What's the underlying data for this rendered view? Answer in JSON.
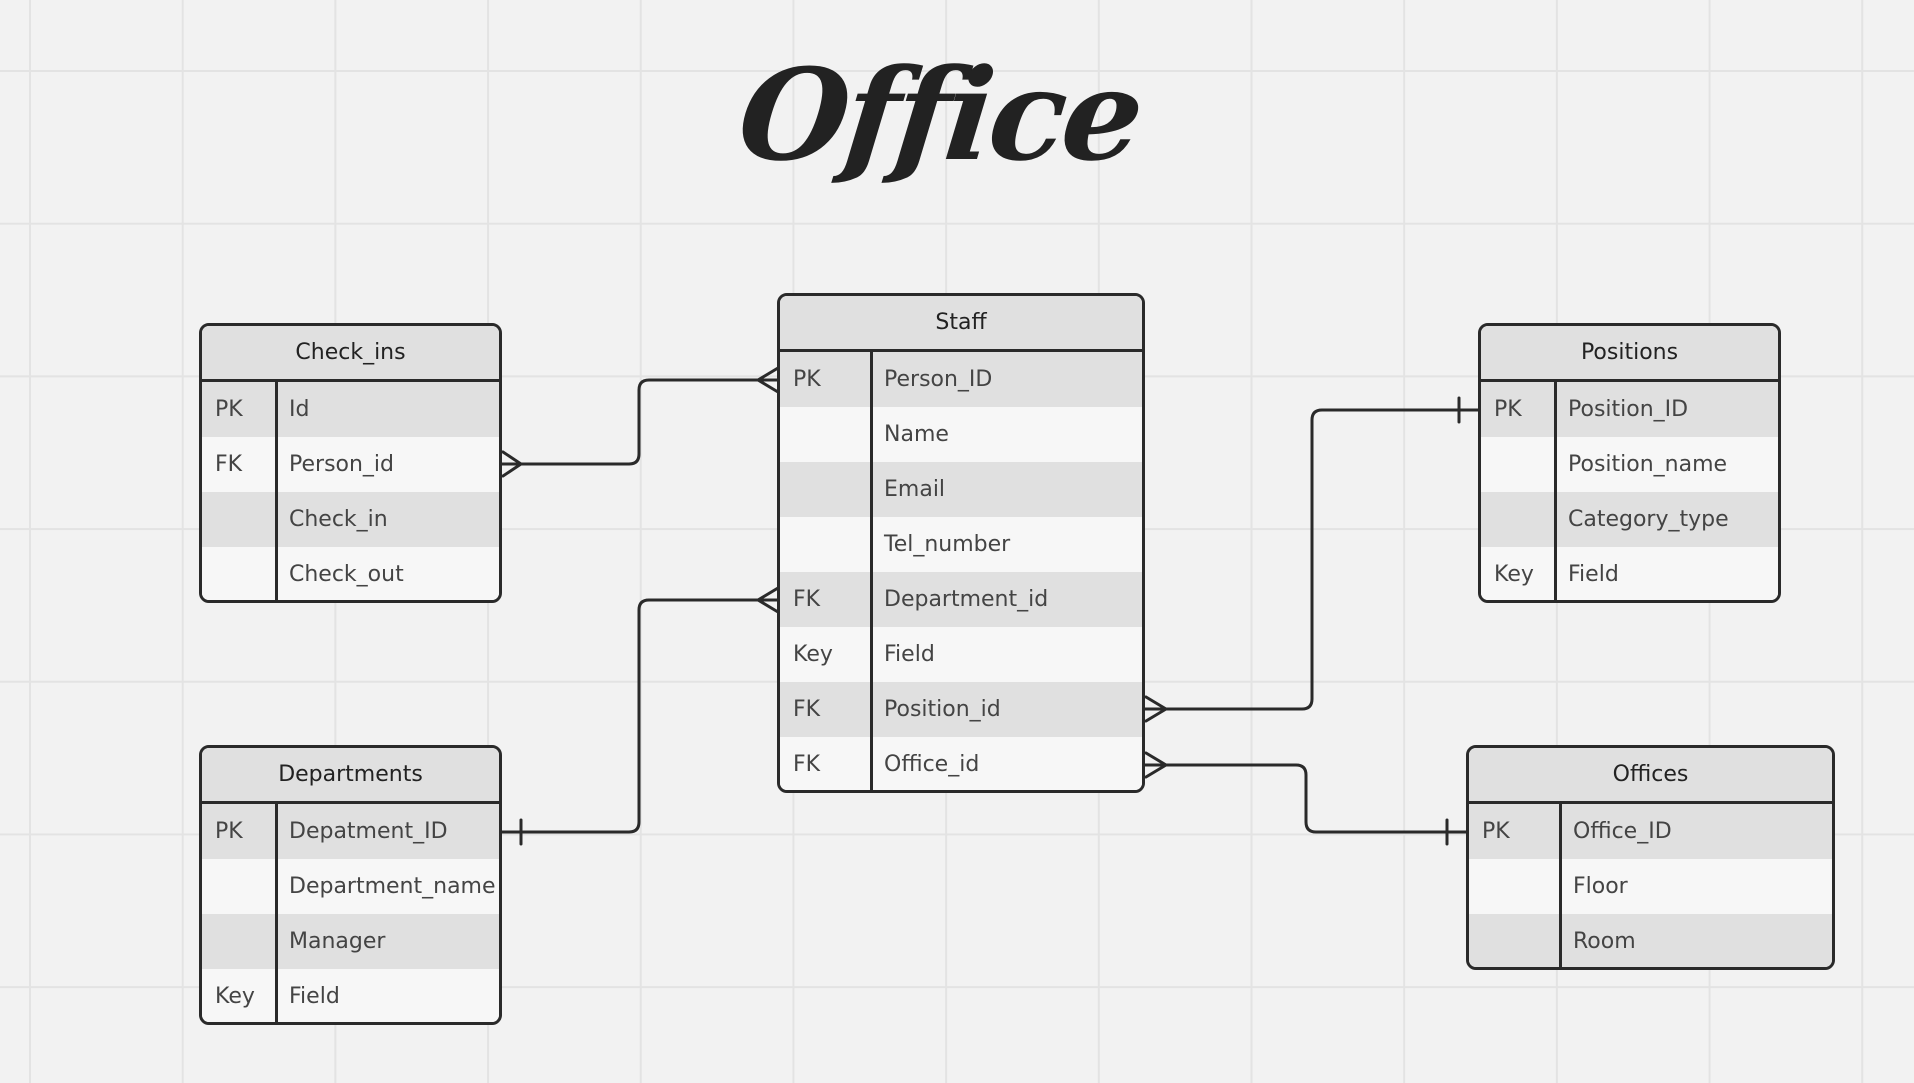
{
  "title": "Office",
  "entities": {
    "check_ins": {
      "name": "Check_ins",
      "rows": [
        {
          "key": "PK",
          "field": "Id"
        },
        {
          "key": "FK",
          "field": "Person_id"
        },
        {
          "key": "",
          "field": "Check_in"
        },
        {
          "key": "",
          "field": "Check_out"
        }
      ]
    },
    "staff": {
      "name": "Staff",
      "rows": [
        {
          "key": "PK",
          "field": "Person_ID"
        },
        {
          "key": "",
          "field": "Name"
        },
        {
          "key": "",
          "field": "Email"
        },
        {
          "key": "",
          "field": "Tel_number"
        },
        {
          "key": "FK",
          "field": "Department_id"
        },
        {
          "key": "Key",
          "field": "Field"
        },
        {
          "key": "FK",
          "field": "Position_id"
        },
        {
          "key": "FK",
          "field": "Office_id"
        }
      ]
    },
    "positions": {
      "name": "Positions",
      "rows": [
        {
          "key": "PK",
          "field": "Position_ID"
        },
        {
          "key": "",
          "field": "Position_name"
        },
        {
          "key": "",
          "field": "Category_type"
        },
        {
          "key": "Key",
          "field": "Field"
        }
      ]
    },
    "departments": {
      "name": "Departments",
      "rows": [
        {
          "key": "PK",
          "field": "Depatment_ID"
        },
        {
          "key": "",
          "field": "Department_name"
        },
        {
          "key": "",
          "field": "Manager"
        },
        {
          "key": "Key",
          "field": "Field"
        }
      ]
    },
    "offices": {
      "name": "Offices",
      "rows": [
        {
          "key": "PK",
          "field": "Office_ID"
        },
        {
          "key": "",
          "field": "Floor"
        },
        {
          "key": "",
          "field": "Room"
        }
      ]
    }
  },
  "relationships": [
    {
      "from": "check_ins.Person_id",
      "from_end": "many",
      "to": "staff.Person_ID",
      "to_end": "many"
    },
    {
      "from": "departments.Depatment_ID",
      "from_end": "one",
      "to": "staff.Department_id",
      "to_end": "many"
    },
    {
      "from": "staff.Position_id",
      "from_end": "many",
      "to": "positions.Position_ID",
      "to_end": "one"
    },
    {
      "from": "staff.Office_id",
      "from_end": "many",
      "to": "offices.Office_ID",
      "to_end": "one"
    }
  ],
  "colors": {
    "background": "#f2f2f2",
    "grid": "#e3e3e3",
    "border": "#2a2a2a",
    "header": "#e0e0e0",
    "row_alt": "#e0e0e0",
    "row": "#f7f7f7"
  }
}
